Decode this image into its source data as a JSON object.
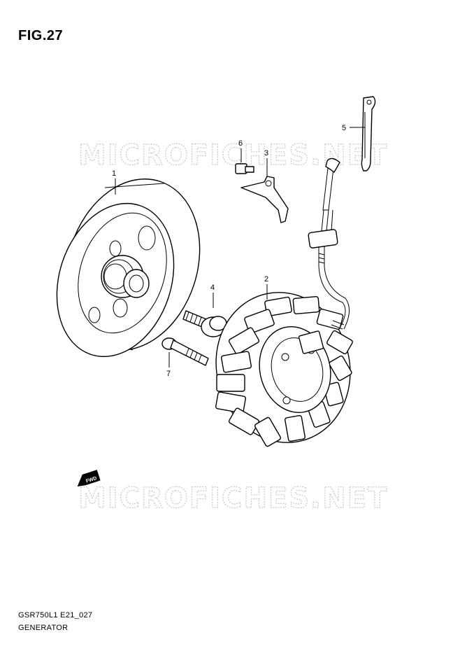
{
  "figure": {
    "title": "FIG.27"
  },
  "watermark": {
    "text": "MICROFICHES.NET"
  },
  "callouts": [
    {
      "number": "1",
      "part": "rotor"
    },
    {
      "number": "2",
      "part": "stator"
    },
    {
      "number": "3",
      "part": "bracket"
    },
    {
      "number": "4",
      "part": "rotor-bolt"
    },
    {
      "number": "5",
      "part": "wire-clamp"
    },
    {
      "number": "6",
      "part": "bracket-screw"
    },
    {
      "number": "7",
      "part": "stator-bolt"
    }
  ],
  "forward_marker": {
    "text": "FWD"
  },
  "footer": {
    "code": "GSR750L1 E21_027",
    "name": "GENERATOR"
  }
}
